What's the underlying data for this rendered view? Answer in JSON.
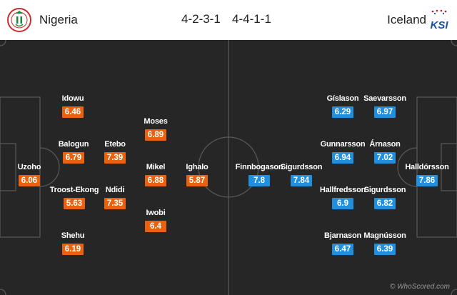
{
  "home": {
    "name": "Nigeria",
    "formation": "4-2-3-1",
    "crest_icon": "nigeria-crest-icon",
    "color": "#e8620f",
    "players": [
      {
        "name": "Uzoho",
        "rating": "6.06"
      },
      {
        "name": "Idowu",
        "rating": "6.46"
      },
      {
        "name": "Balogun",
        "rating": "6.79"
      },
      {
        "name": "Troost-Ekong",
        "rating": "5.63"
      },
      {
        "name": "Shehu",
        "rating": "6.19"
      },
      {
        "name": "Etebo",
        "rating": "7.39"
      },
      {
        "name": "Ndidi",
        "rating": "7.35"
      },
      {
        "name": "Moses",
        "rating": "6.89"
      },
      {
        "name": "Mikel",
        "rating": "6.88"
      },
      {
        "name": "Iwobi",
        "rating": "6.4"
      },
      {
        "name": "Ighalo",
        "rating": "5.87"
      }
    ]
  },
  "away": {
    "name": "Iceland",
    "formation": "4-4-1-1",
    "crest_icon": "ksi-crest-icon",
    "crest_text": "KSI",
    "color": "#1f8fde",
    "players": [
      {
        "name": "Halldórsson",
        "rating": "7.86"
      },
      {
        "name": "Saevarsson",
        "rating": "6.97"
      },
      {
        "name": "Árnason",
        "rating": "7.02"
      },
      {
        "name": "Sigurdsson",
        "rating": "6.82"
      },
      {
        "name": "Magnússon",
        "rating": "6.39"
      },
      {
        "name": "Gíslason",
        "rating": "6.29"
      },
      {
        "name": "Gunnarsson",
        "rating": "6.94"
      },
      {
        "name": "Hallfredsson",
        "rating": "6.9"
      },
      {
        "name": "Bjarnason",
        "rating": "6.47"
      },
      {
        "name": "Sigurdsson",
        "rating": "7.84"
      },
      {
        "name": "Finnbogason",
        "rating": "7.8"
      }
    ]
  },
  "watermark": "© WhoScored.com"
}
